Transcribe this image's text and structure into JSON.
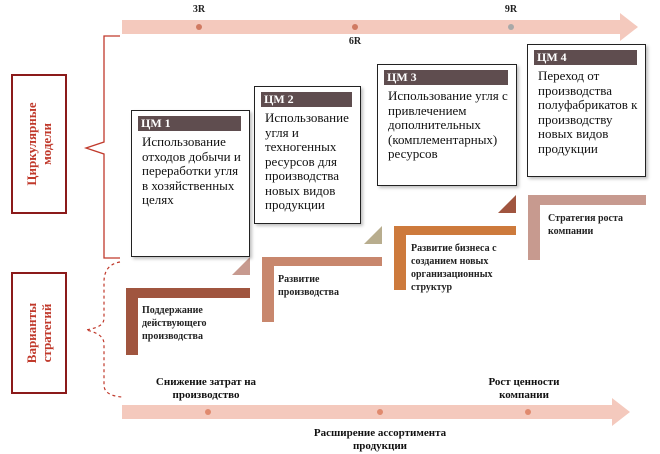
{
  "top_arrow": {
    "markers": [
      "3R",
      "6R",
      "9R"
    ]
  },
  "side_labels": {
    "circular": "Циркулярные модели",
    "strategies": "Варианты стратегий"
  },
  "value_models": [
    {
      "title": "ЦМ 1",
      "text": "Использование отходов добычи и переработки угля в хозяйственных целях"
    },
    {
      "title": "ЦМ 2",
      "text": "Использование угля и техногенных ресурсов для производства новых видов продукции"
    },
    {
      "title": "ЦМ 3",
      "text": "Использование угля с привлечением дополнительных (комплементарных) ресурсов"
    },
    {
      "title": "ЦМ 4",
      "text": "Переход от производства полуфабрикатов к производству новых видов продукции"
    }
  ],
  "steps": [
    {
      "label": "Поддержание действующего производства"
    },
    {
      "label": "Развитие производства"
    },
    {
      "label": "Развитие бизнеса с созданием новых организационных структур"
    },
    {
      "label": "Стратегия роста компании"
    }
  ],
  "bottom_labels": {
    "left": "Снижение затрат на производство",
    "right": "Рост ценности компании",
    "axis": "Расширение ассортимента продукции"
  },
  "colors": {
    "step1": "#a0553f",
    "step2": "#c8876d",
    "step3": "#cd7a3c",
    "step4": "#c79a8f",
    "arrow": "#f4c9bd",
    "brace": "#c0392b"
  }
}
